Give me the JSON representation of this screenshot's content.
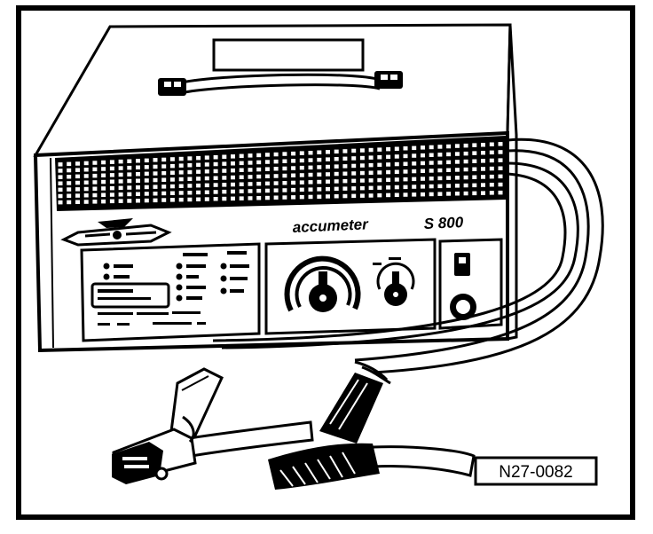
{
  "figure": {
    "id_label": "N27-0082",
    "brand_text": "accumeter",
    "model_text": "S 800"
  }
}
